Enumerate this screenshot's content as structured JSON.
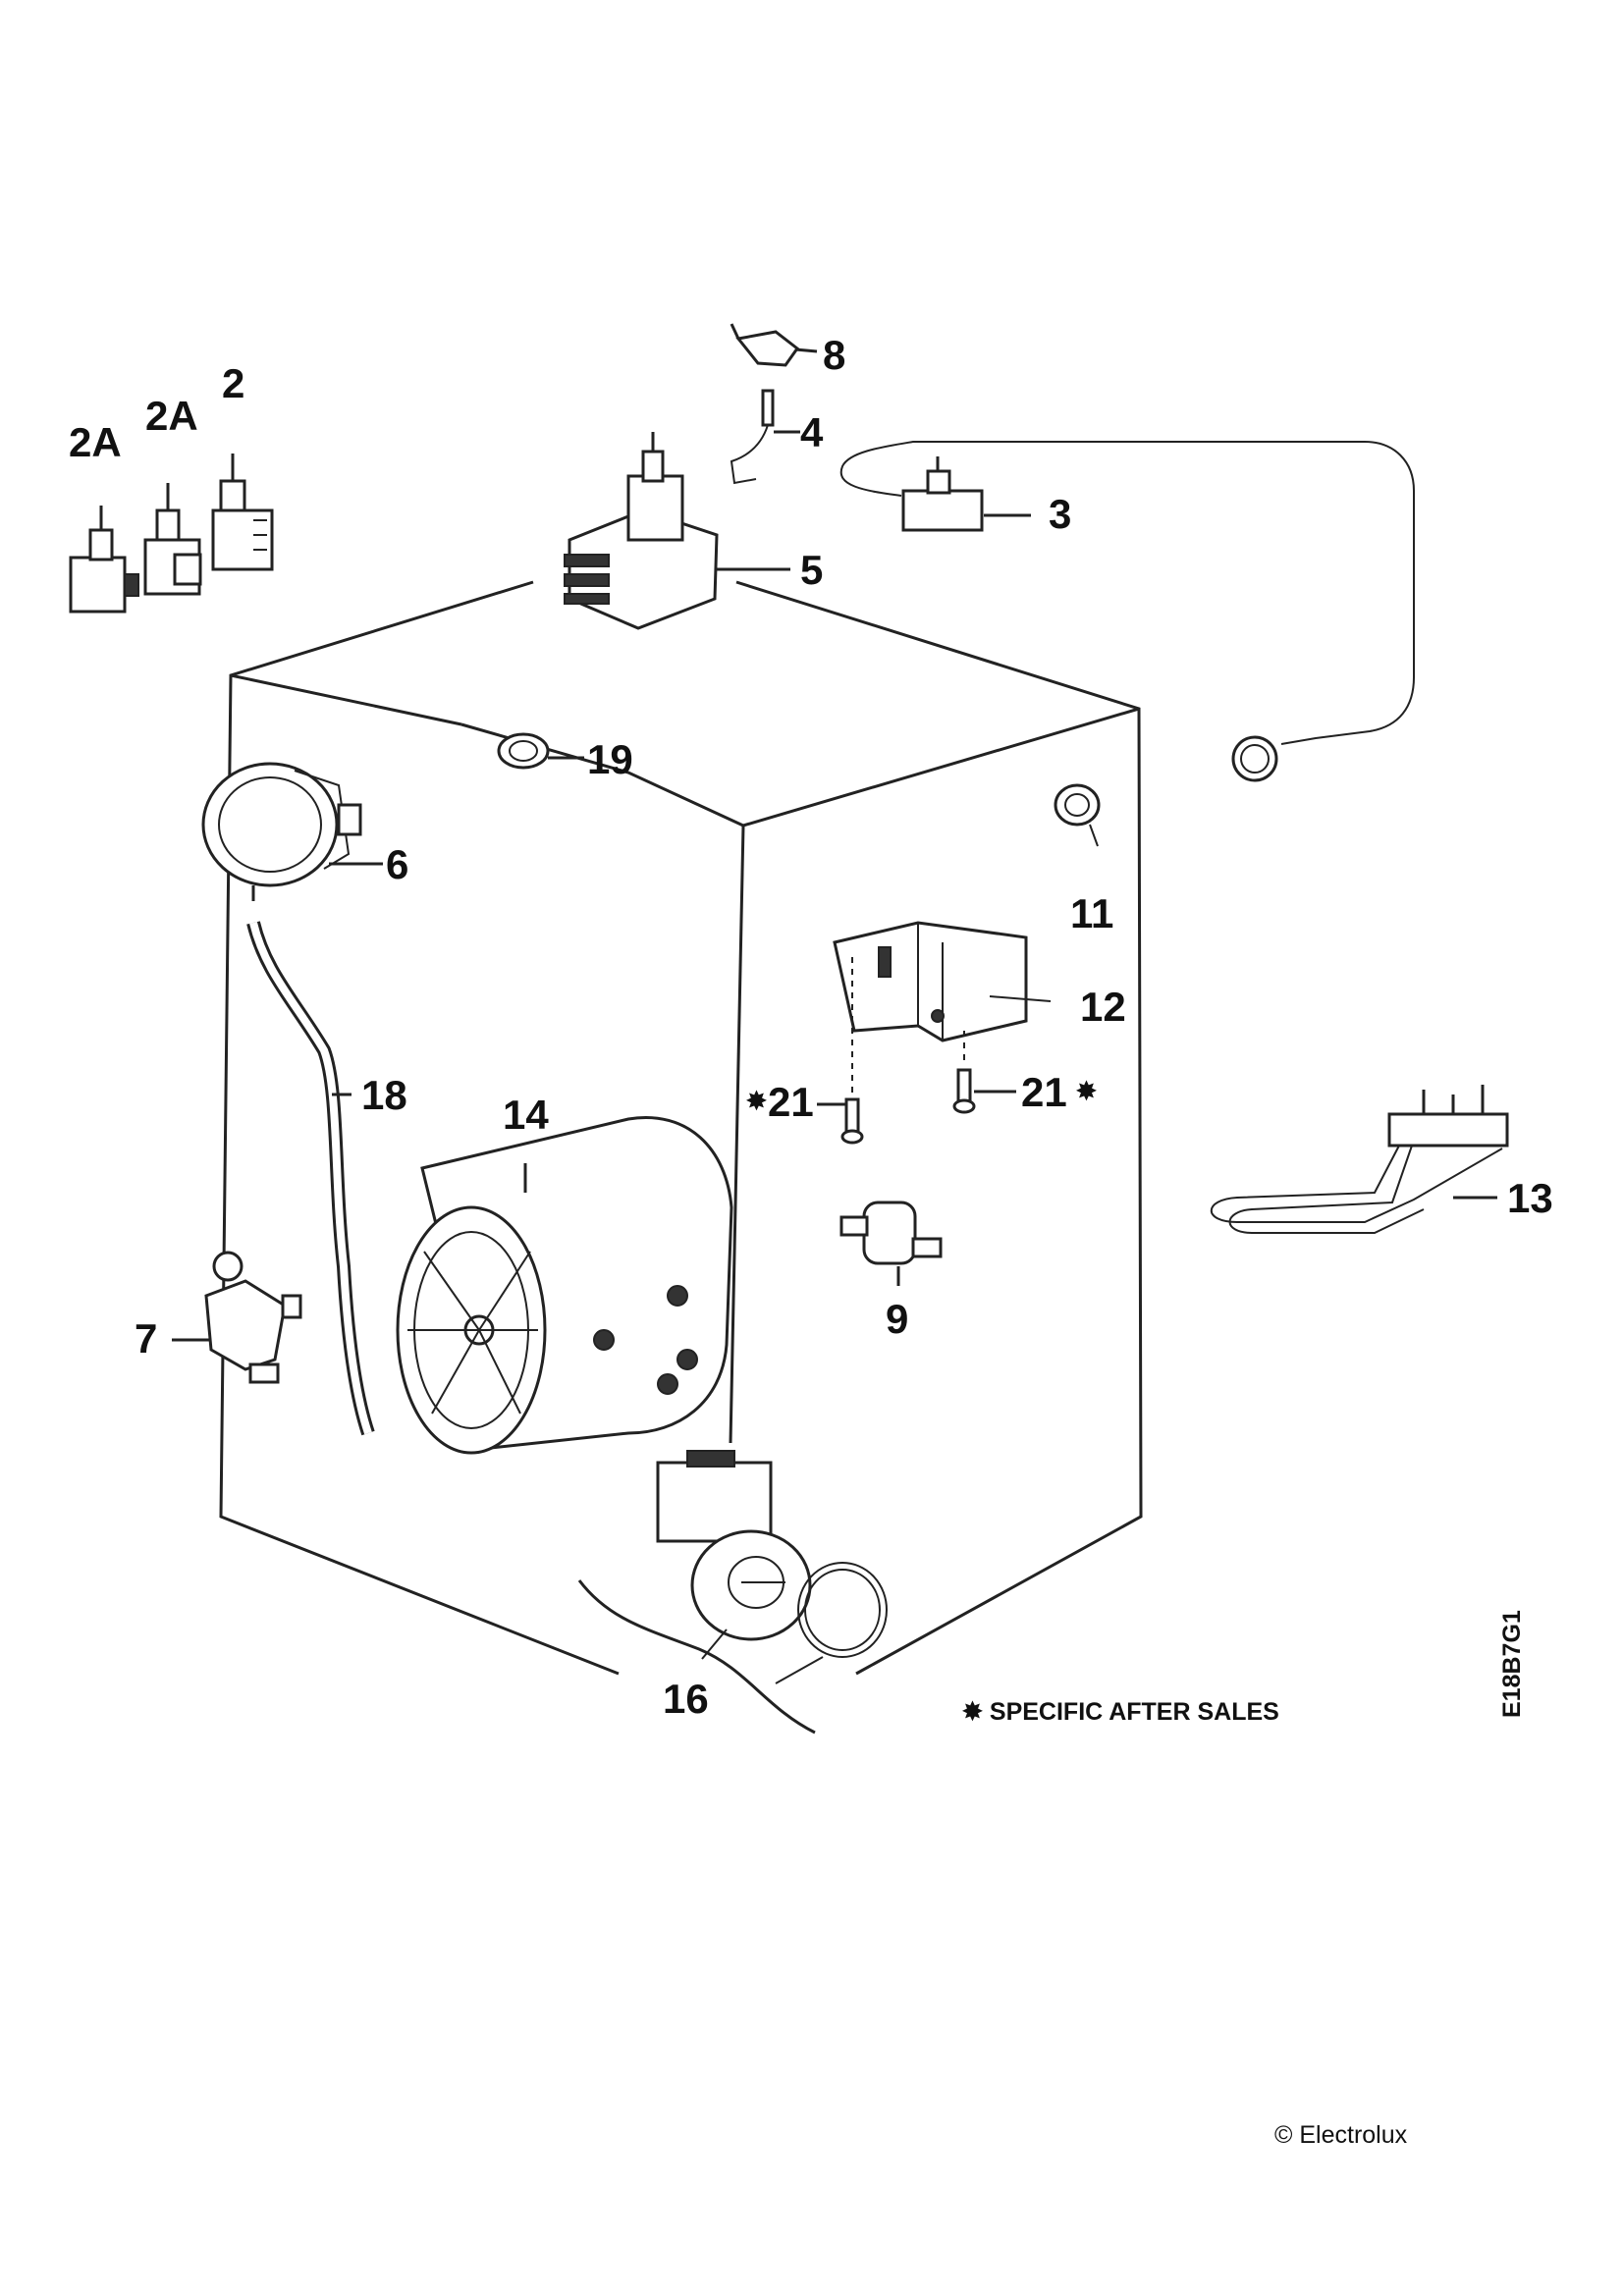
{
  "labels": {
    "p2a_left": "2A",
    "p2a_mid": "2A",
    "p2": "2",
    "p8": "8",
    "p4": "4",
    "p3": "3",
    "p5": "5",
    "p19": "19",
    "p6": "6",
    "p11": "11",
    "p12": "12",
    "p18": "18",
    "p14": "14",
    "p21_left": "21",
    "p21_right": "21",
    "p13": "13",
    "p9": "9",
    "p7": "7",
    "p16": "16"
  },
  "asterisk": "✸",
  "legend": "✸ SPECIFIC AFTER SALES",
  "drawing_code": "E18B7G1",
  "copyright": "© Electrolux"
}
